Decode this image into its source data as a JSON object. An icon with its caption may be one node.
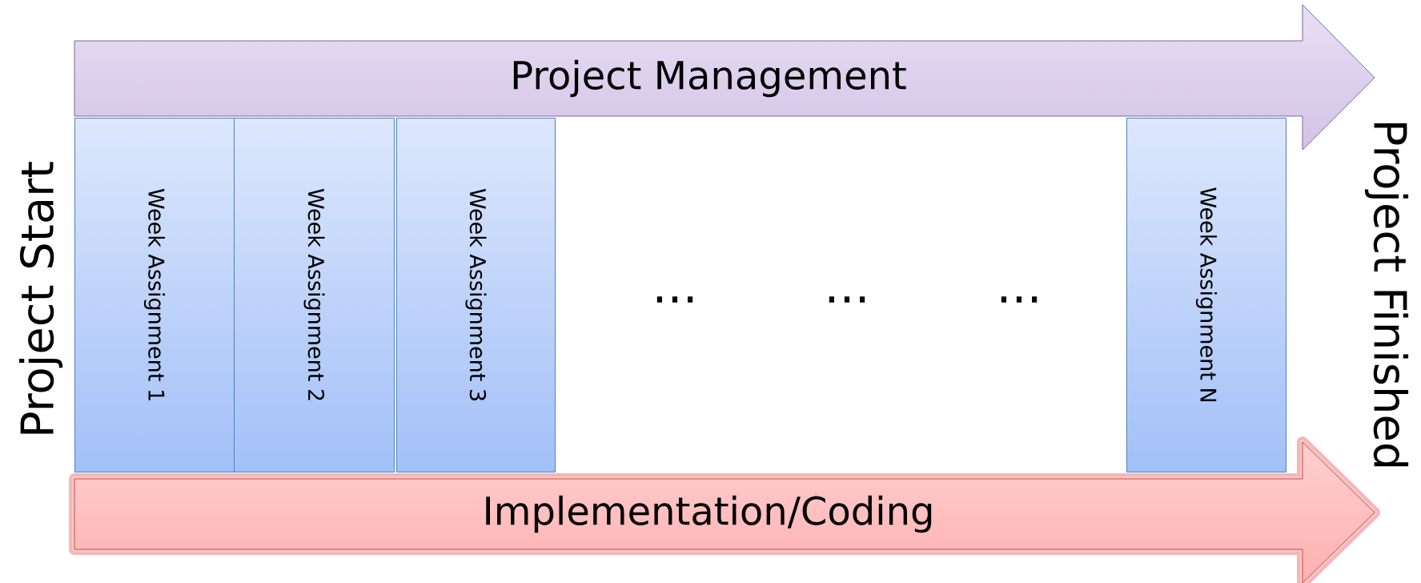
{
  "diagram": {
    "nodes": [
      {
        "text": [
          "Project Management"
        ]
      },
      {
        "text": [
          "Week Assignment 1"
        ]
      },
      {
        "text": [
          "Week Assignment 2"
        ]
      },
      {
        "text": [
          "Week Assignment 3"
        ]
      },
      {
        "text": [
          "Week Assignment N"
        ]
      },
      {
        "text": [
          "Implementation/Coding"
        ]
      }
    ],
    "labels": [
      "Project Start",
      "...",
      "...",
      "...",
      "Project Finished"
    ]
  }
}
